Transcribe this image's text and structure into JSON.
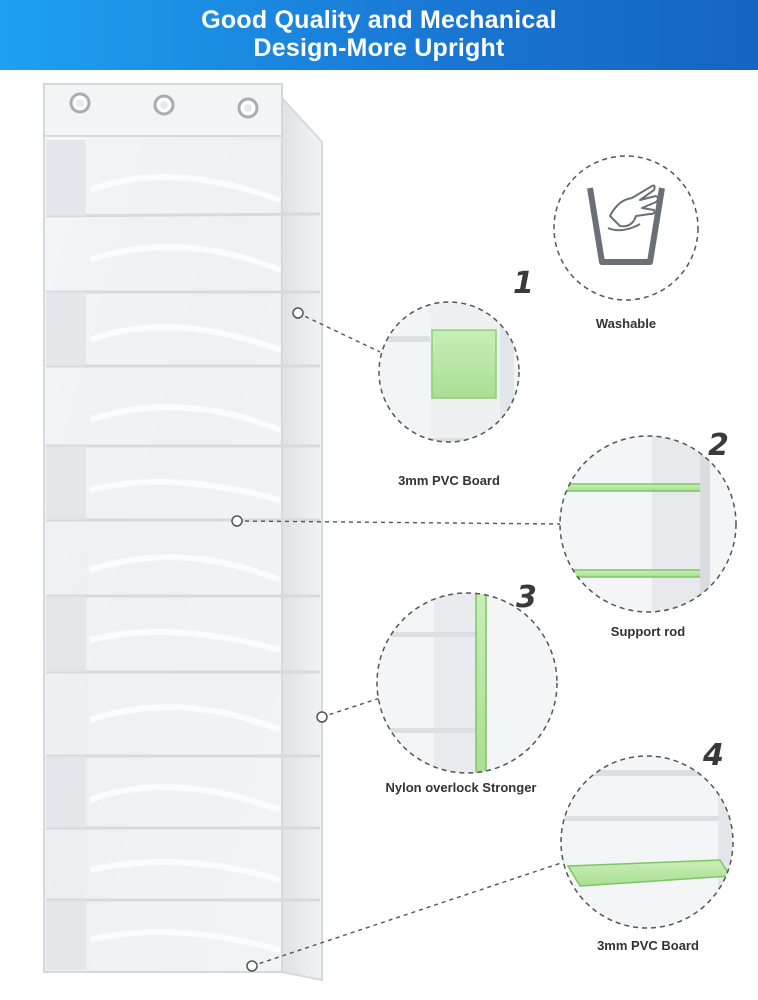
{
  "banner": {
    "line1": "Good Quality and Mechanical",
    "line2": "Design-More Upright",
    "color_start": "#1da1f2",
    "color_end": "#1565c0"
  },
  "features": [
    {
      "number": "",
      "label": "Washable",
      "icon": "hand-wash-basin-icon"
    },
    {
      "number": "1",
      "label": "3mm PVC Board"
    },
    {
      "number": "2",
      "label": "Support rod"
    },
    {
      "number": "3",
      "label": "Nylon overlock Stronger"
    },
    {
      "number": "4",
      "label": "3mm PVC Board"
    }
  ],
  "accent_green": "#b6e6a4"
}
